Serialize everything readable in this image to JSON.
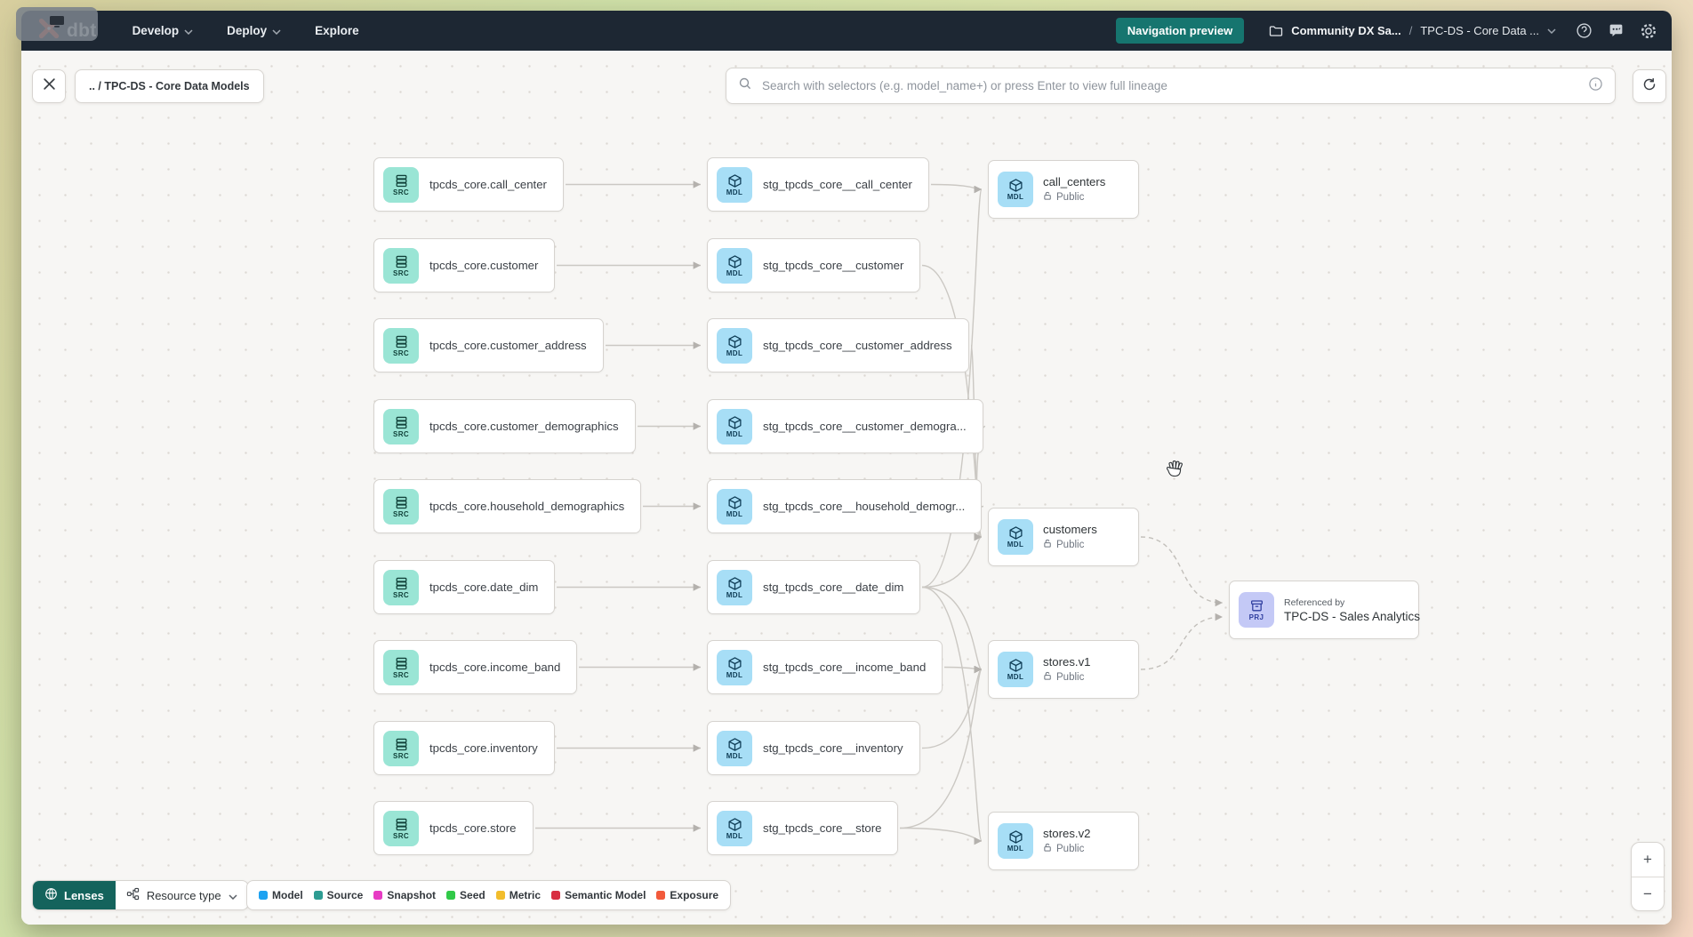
{
  "window": {
    "topbar": {
      "logo": "dbt",
      "nav_items": [
        "Develop",
        "Deploy",
        "Explore"
      ],
      "preview_button": "Navigation preview",
      "breadcrumb": {
        "project": "Community DX Sa...",
        "separator": "/",
        "page": "TPC-DS - Core Data ..."
      }
    },
    "toolbar": {
      "breadcrumb": ".. / TPC-DS - Core Data Models",
      "search_placeholder": "Search with selectors (e.g. model_name+) or press Enter to view full lineage"
    },
    "graph": {
      "source_badge": "SRC",
      "model_badge": "MDL",
      "project_badge": "PRJ",
      "sources": [
        "tpcds_core.call_center",
        "tpcds_core.customer",
        "tpcds_core.customer_address",
        "tpcds_core.customer_demographics",
        "tpcds_core.household_demographics",
        "tpcds_core.date_dim",
        "tpcds_core.income_band",
        "tpcds_core.inventory",
        "tpcds_core.store"
      ],
      "staging": [
        "stg_tpcds_core__call_center",
        "stg_tpcds_core__customer",
        "stg_tpcds_core__customer_address",
        "stg_tpcds_core__customer_demogra...",
        "stg_tpcds_core__household_demogr...",
        "stg_tpcds_core__date_dim",
        "stg_tpcds_core__income_band",
        "stg_tpcds_core__inventory",
        "stg_tpcds_core__store"
      ],
      "public_models": [
        {
          "name": "call_centers",
          "badge": "Public"
        },
        {
          "name": "customers",
          "badge": "Public"
        },
        {
          "name": "stores.v1",
          "badge": "Public"
        },
        {
          "name": "stores.v2",
          "badge": "Public"
        }
      ],
      "project_ref": {
        "kicker": "Referenced by",
        "name": "TPC-DS - Sales Analytics"
      }
    },
    "legend": {
      "lenses": "Lenses",
      "resource_type": "Resource type",
      "items": [
        {
          "label": "Model",
          "color": "#1da2f1"
        },
        {
          "label": "Source",
          "color": "#2d9c92"
        },
        {
          "label": "Snapshot",
          "color": "#e73bc3"
        },
        {
          "label": "Seed",
          "color": "#31c948"
        },
        {
          "label": "Metric",
          "color": "#f2bd2c"
        },
        {
          "label": "Semantic Model",
          "color": "#d82e41"
        },
        {
          "label": "Exposure",
          "color": "#f25a3b"
        }
      ]
    },
    "zoom": {
      "zoom_in": "+",
      "zoom_out": "−"
    }
  }
}
